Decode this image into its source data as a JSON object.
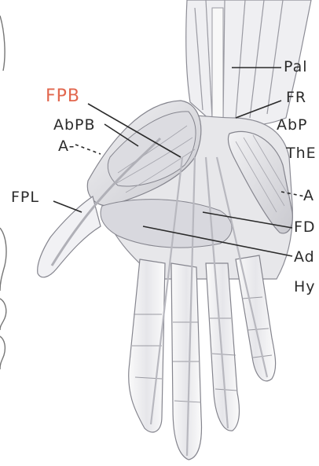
{
  "labels": {
    "left": {
      "fpb": "FPB",
      "abpb": "AbPB",
      "a": "A-",
      "fpl": "FPL"
    },
    "right": {
      "pal": "Pal",
      "fr": "FR",
      "abp": "AbP",
      "th": "ThE",
      "a": "A",
      "fd": "FD",
      "ad": "Ad",
      "hy": "Hy"
    }
  },
  "colors": {
    "highlight": "#e2674e",
    "text": "#2b2b2b",
    "line": "#2a2a2a",
    "muscle_fill": "#e3e3e7",
    "muscle_stroke": "#8c8c95",
    "background": "#ffffff"
  }
}
